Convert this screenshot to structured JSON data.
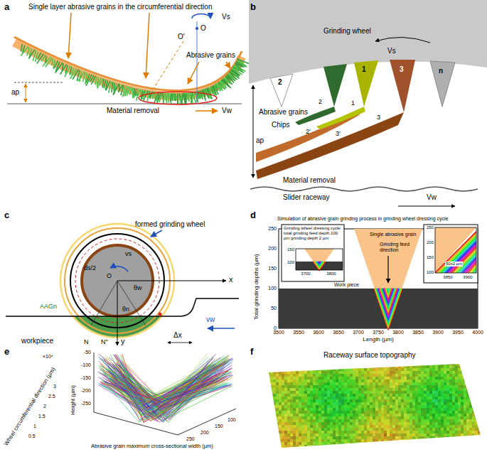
{
  "diagram": {
    "labels": [
      "a",
      "Single layer abrasive grains in the circumferential direction",
      "O'",
      "O",
      "Vs",
      "Abrasive grains",
      "ap",
      "Material removal",
      "Vw",
      "b",
      "Grinding wheel",
      "Vs",
      "Abrasive grains",
      "2",
      "1",
      "3",
      "n",
      "2",
      "1",
      "2'",
      "3",
      "3'",
      "Chips",
      "ap",
      "Material removal",
      "Slider raceway",
      "Vw",
      "c",
      "formed grinding wheel",
      "vs",
      "O",
      "x",
      "θn",
      "θw",
      "ds/2",
      "AAGn",
      "N",
      "N''",
      "y",
      "Δx",
      "vw",
      "workpiece",
      "d",
      "Simulation of abrasive grain grinding process in grinding wheel dressing cycle",
      "Grinding wheel dressing cycle: total grinding feed depth 100 µm grinding depth 2 µm",
      "Single abrasive grain",
      "Grinding feed direction",
      "Work piece",
      "50x2 µm",
      "Total grinding depths (µm)",
      "Length (µm)",
      "0",
      "50",
      "100",
      "150",
      "200",
      "250",
      "3500",
      "3550",
      "3600",
      "3650",
      "3700",
      "3750",
      "3800",
      "3850",
      "3900",
      "3950",
      "4000",
      "150",
      "100",
      "3700",
      "3800",
      "250",
      "200",
      "150",
      "100",
      "3850",
      "3900",
      "e",
      "Height (µm)",
      "-50",
      "-100",
      "-150",
      "-200",
      "-250",
      "Wheel circumferential direction (µm)",
      "×10⁴",
      "0.5",
      "1",
      "1.5",
      "2",
      "2.5",
      "3",
      "Abrasive grain maximum cross-sectional width (µm)",
      "250",
      "200",
      "150",
      "100",
      "f",
      "Raceway surface topography"
    ]
  }
}
